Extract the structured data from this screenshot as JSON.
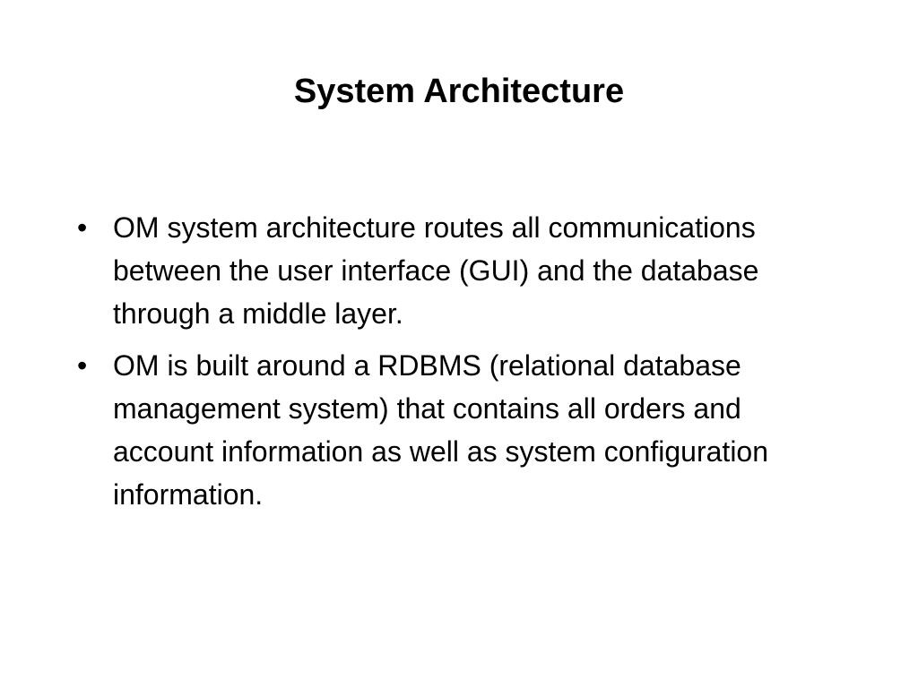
{
  "slide": {
    "title": "System Architecture",
    "bullet_symbol": "•",
    "bullets": [
      {
        "text": "OM system architecture routes all communications between the user interface (GUI) and the database through a middle layer."
      },
      {
        "text": "OM is built around a RDBMS (relational database management system) that contains all orders and account information as well as system configuration information."
      }
    ]
  }
}
